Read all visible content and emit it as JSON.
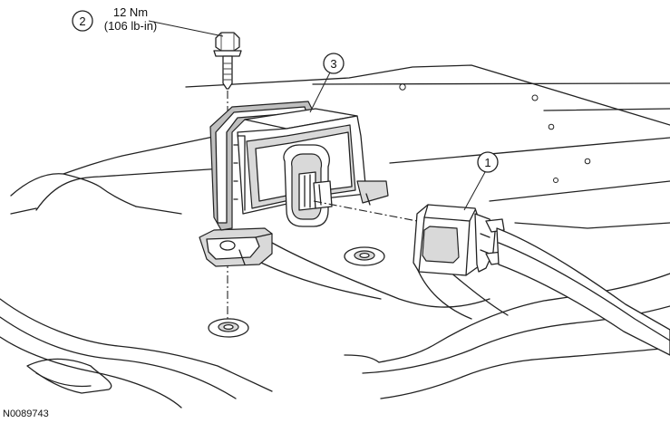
{
  "callouts": [
    {
      "number": "1"
    },
    {
      "number": "2"
    },
    {
      "number": "3"
    }
  ],
  "torque_spec": {
    "line1": "12 Nm",
    "line2": "(106 lb-in)"
  },
  "figure_id": "N0089743"
}
